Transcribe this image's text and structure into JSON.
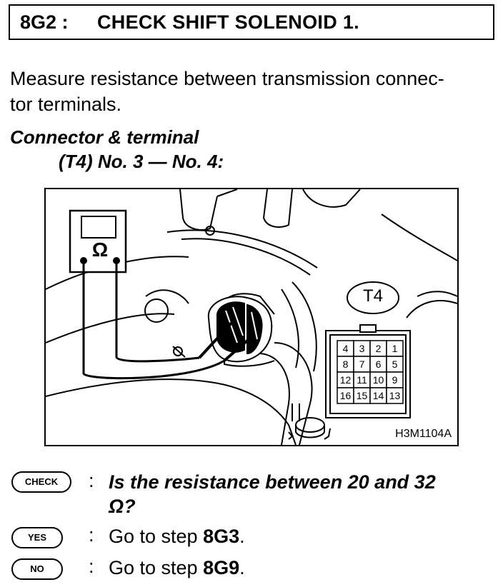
{
  "header": {
    "step_id": "8G2 :",
    "title": "CHECK SHIFT SOLENOID 1."
  },
  "instruction": {
    "line1": "Measure resistance between transmission connec-",
    "line2": "tor terminals."
  },
  "connector": {
    "heading": "Connector & terminal",
    "spec": "(T4) No. 3 — No. 4:"
  },
  "figure": {
    "meter_symbol": "Ω",
    "connector_label": "T4",
    "figure_code": "H3M1104A",
    "pins": [
      [
        "4",
        "3",
        "2",
        "1"
      ],
      [
        "8",
        "7",
        "6",
        "5"
      ],
      [
        "12",
        "11",
        "10",
        "9"
      ],
      [
        "16",
        "15",
        "14",
        "13"
      ]
    ]
  },
  "check": {
    "badge": "CHECK",
    "colon": ":",
    "question_line1": "Is the resistance between 20 and 32",
    "question_line2": "Ω?"
  },
  "yes": {
    "badge": "YES",
    "colon": ":",
    "prefix": "Go to step ",
    "ref": "8G3",
    "suffix": "."
  },
  "no": {
    "badge": "NO",
    "colon": ":",
    "prefix": "Go to step ",
    "ref": "8G9",
    "suffix": "."
  }
}
